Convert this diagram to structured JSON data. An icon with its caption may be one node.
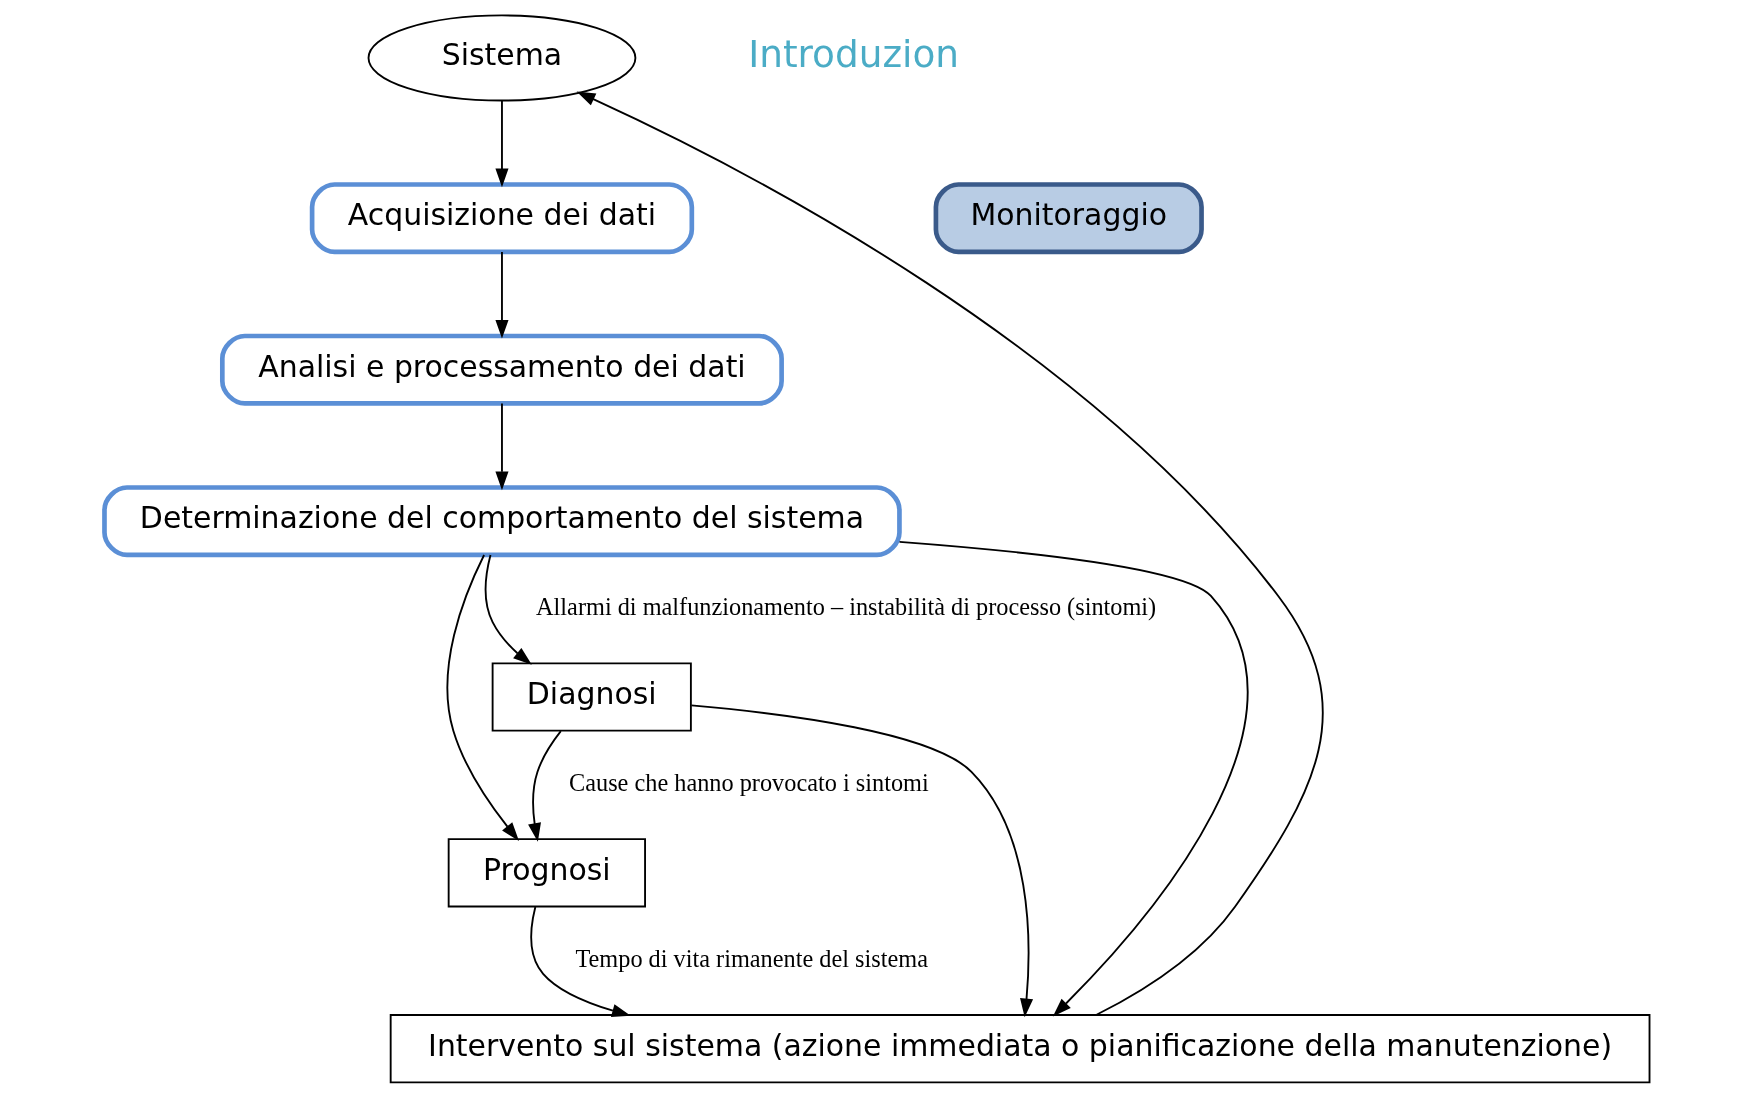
{
  "diagram": {
    "nodes": [
      {
        "text": [
          "Sistema"
        ]
      },
      {
        "text": [
          "Acquisizione dei dati"
        ]
      },
      {
        "text": [
          "Analisi e processamento dei dati"
        ]
      },
      {
        "text": [
          "Determinazione del comportamento del sistema"
        ]
      },
      {
        "text": [
          "Diagnosi"
        ]
      },
      {
        "text": [
          "Prognosi"
        ]
      },
      {
        "text": [
          "Intervento sul sistema (azione immediata o pianificazione della manutenzione)"
        ]
      },
      {
        "text": [
          "Monitoraggio"
        ]
      }
    ],
    "edges": [
      {
        "from": 0,
        "to": 1,
        "arrow": "to"
      },
      {
        "from": 1,
        "to": 2,
        "arrow": "to"
      },
      {
        "from": 2,
        "to": 3,
        "arrow": "to"
      },
      {
        "from": 3,
        "to": 4,
        "arrow": "to",
        "label": "Allarmi di malfunzionamento – instabilità di processo (sintomi)"
      },
      {
        "from": 3,
        "to": 5,
        "arrow": "to"
      },
      {
        "from": 3,
        "to": 6,
        "arrow": "to"
      },
      {
        "from": 4,
        "to": 5,
        "arrow": "to",
        "label": "Cause che hanno provocato i sintomi"
      },
      {
        "from": 4,
        "to": 6,
        "arrow": "to"
      },
      {
        "from": 5,
        "to": 6,
        "arrow": "to",
        "label": "Tempo di vita rimanente del sistema"
      },
      {
        "from": 6,
        "to": 0,
        "arrow": "to"
      }
    ],
    "labels": [
      "Introduzion"
    ]
  }
}
